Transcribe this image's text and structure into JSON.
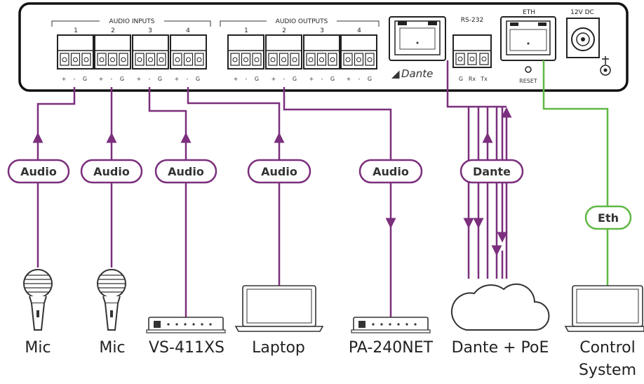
{
  "panel": {
    "audio_inputs_label": "AUDIO INPUTS",
    "audio_outputs_label": "AUDIO OUTPUTS",
    "input_numbers": [
      "1",
      "2",
      "3",
      "4"
    ],
    "output_numbers": [
      "1",
      "2",
      "3",
      "4"
    ],
    "pin_labels": [
      "+",
      "-",
      "G"
    ],
    "dante_logo_text": "Dante",
    "rs232_label": "RS-232",
    "rs232_pins": [
      "G",
      "Rx",
      "Tx"
    ],
    "eth_label": "ETH",
    "reset_label": "RESET",
    "power_label": "12V DC"
  },
  "pills": {
    "audio1": "Audio",
    "audio2": "Audio",
    "audio3": "Audio",
    "audio4": "Audio",
    "audio5": "Audio",
    "dante": "Dante",
    "eth": "Eth"
  },
  "devices": {
    "mic1": "Mic",
    "mic2": "Mic",
    "vs411": "VS-411XS",
    "laptop": "Laptop",
    "pa240": "PA-240NET",
    "dante_poe": "Dante + PoE",
    "control_line1": "Control",
    "control_line2": "System"
  },
  "colors": {
    "audio_wire": "#7b2f7d",
    "eth_wire": "#5fb845",
    "panel_outline": "#111111"
  }
}
